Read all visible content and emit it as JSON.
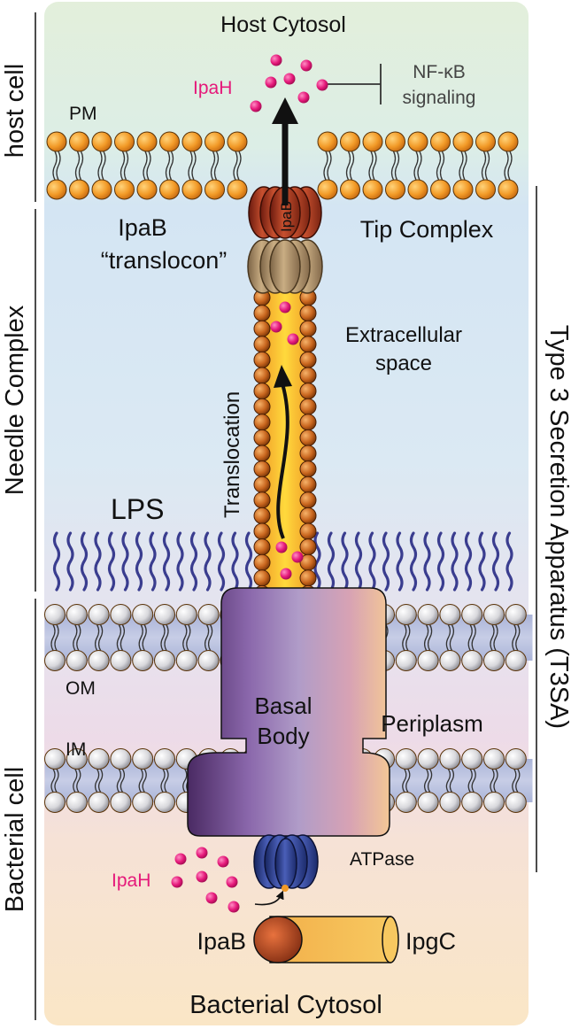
{
  "regions": {
    "host_cytosol": "Host Cytosol",
    "extracellular": [
      "Extracellular",
      "space"
    ],
    "periplasm": "Periplasm",
    "bacterial_cytosol": "Bacterial Cytosol"
  },
  "membranes": {
    "pm": "PM",
    "lps": "LPS",
    "om": "OM",
    "im": "IM"
  },
  "proteins": {
    "ipah_host": "IpaH",
    "ipah_bact": "IpaH",
    "ipab_tip": "IpaB",
    "ipab_translocon": [
      "IpaB",
      "“translocon”"
    ],
    "tip_complex": "Tip Complex",
    "basal_body": [
      "Basal",
      "Body"
    ],
    "atpase": "ATPase",
    "ipab_chaperone": "IpaB",
    "ipgc": "IpgC"
  },
  "signaling": [
    "NF-κB",
    "signaling"
  ],
  "process": {
    "translocation": "Translocation"
  },
  "side_labels": {
    "host_cell": "host cell",
    "needle_complex": "Needle Complex",
    "bacterial_cell": "Bacterial cell",
    "t3sa": "Type 3 Secretion Apparatus (T3SA)"
  },
  "colors": {
    "host_bg": "#e2efdf",
    "needle_bg": "#d7e7f4",
    "periplasm_bg": "#ecdde8",
    "cytosol_bg": "#f9e4c2",
    "ipah": "#e5197a",
    "lipid_head_orange": "#f09a28",
    "lipid_head_grey": "#c9c9c9",
    "lps": "#3a3d8f",
    "basal_body": "#7c5aa0",
    "atpase": "#2a3e8c",
    "tip": "#a83a26"
  }
}
